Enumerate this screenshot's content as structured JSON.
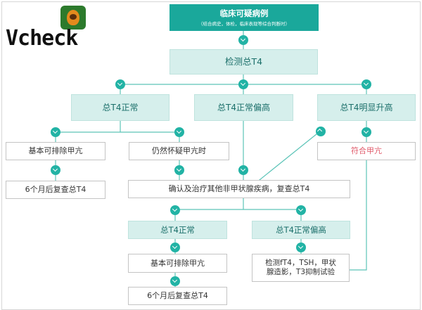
{
  "logo": {
    "text": "Vcheck"
  },
  "header": {
    "title": "临床可疑病例",
    "subtitle": "（结合病史，体检，临床表现等综合判断时）"
  },
  "nodes": {
    "test_t4": "检测总T4",
    "t4_normal": "总T4正常",
    "t4_normal_high": "总T4正常偏高",
    "t4_high": "总T4明显升高",
    "exclude_1": "基本可排除甲亢",
    "still_suspect": "仍然怀疑甲亢时",
    "consistent": "符合甲亢",
    "recheck_1": "6个月后复查总T4",
    "confirm_treat": "确认及治疗其他非甲状腺疾病，复查总T4",
    "t4_normal_2": "总T4正常",
    "t4_normal_high_2": "总T4正常偏高",
    "exclude_2": "基本可排除甲亢",
    "further_tests_line1": "检测fT4，TSH，甲状",
    "further_tests_line2": "腺造影，T3抑制试验",
    "recheck_2": "6个月后复查总T4"
  },
  "colors": {
    "teal": "#1aa89b",
    "light_teal": "#d6efec",
    "dark_teal_text": "#1b6f6a",
    "line": "#5cc4b8",
    "highlight_red": "#e05a6a"
  }
}
